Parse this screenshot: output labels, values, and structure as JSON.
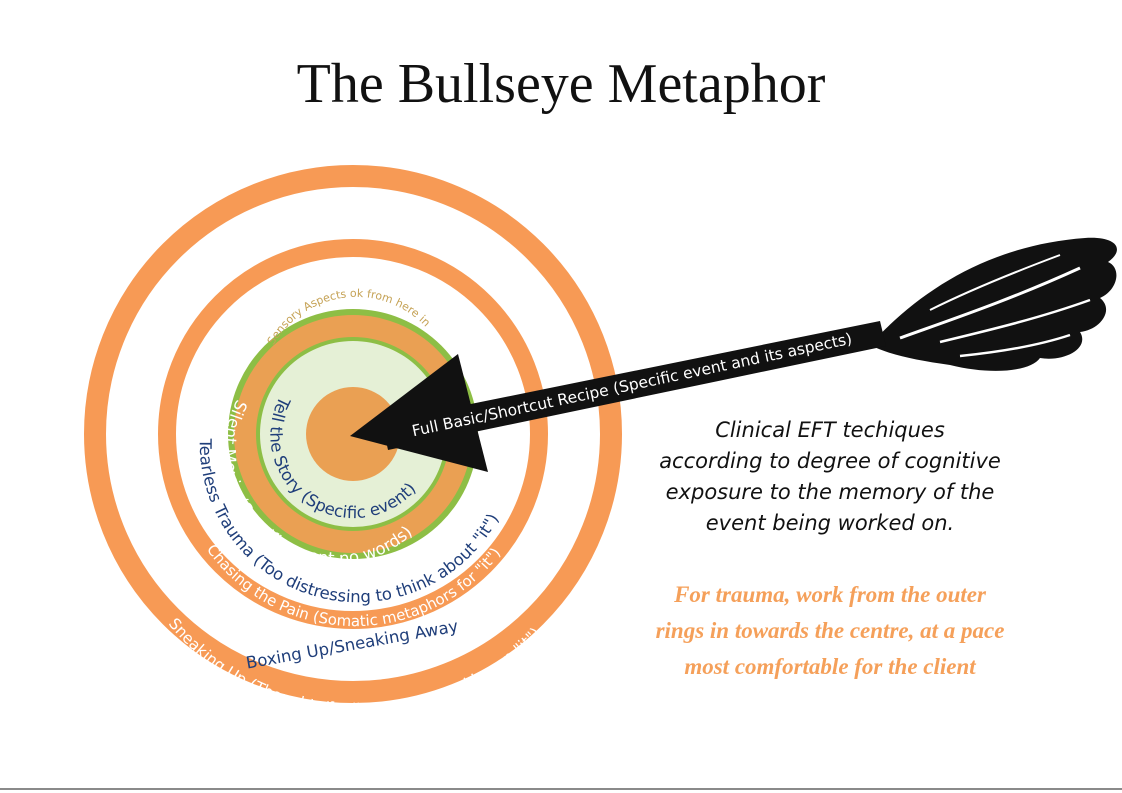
{
  "title": "The Bullseye Metaphor",
  "colors": {
    "ring_orange": "#F79A55",
    "center_orange": "#EAA053",
    "green": "#8DBE45",
    "pale_green": "#E5F0D6",
    "navy": "#1F3E7A",
    "white": "#FFFFFF",
    "dark": "#111111"
  },
  "rings": {
    "sensory": "Sensory Aspects ok from here in",
    "tell_story": "Tell the Story (Specific event)",
    "silent_movie": "Silent Movie (Specific event no words)",
    "tearless_trauma": "Tearless Trauma (Too distressing to think about \"it\")",
    "chasing_pain": "Chasing the Pain (Somatic metaphors for \"it\")",
    "boxing_up": "Boxing Up/Sneaking Away",
    "sneaking_up": "Sneaking Up (Thoughts/feelings about working on \"it\")"
  },
  "arrow": {
    "label": "Full Basic/Shortcut Recipe (Specific event and its aspects)",
    "icon": "arrow-icon"
  },
  "caption": {
    "lines": [
      "Clinical EFT techiques",
      "according to degree of cognitive",
      "exposure to the memory of the",
      "event being worked on."
    ]
  },
  "advice": {
    "lines": [
      "For trauma, work from the outer",
      "rings in towards the centre, at a pace",
      "most comfortable for the client"
    ]
  }
}
